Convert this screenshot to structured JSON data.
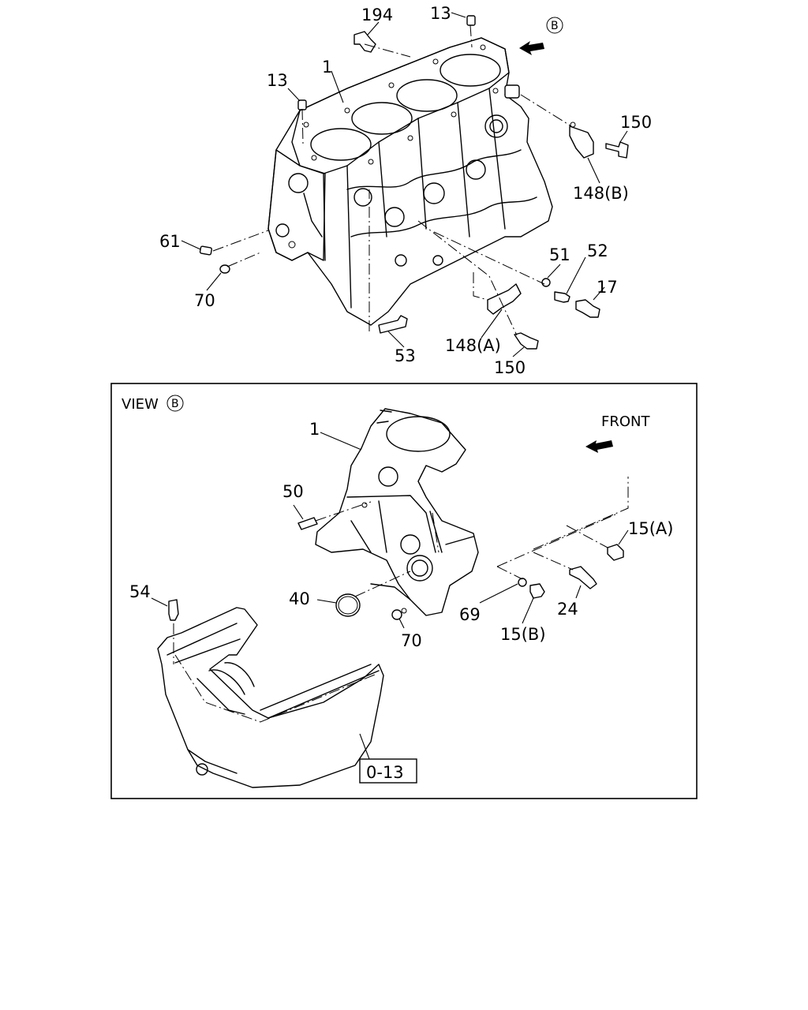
{
  "labels": {
    "p194": "194",
    "p13_top": "13",
    "p13_left": "13",
    "p1_top": "1",
    "p150_top": "150",
    "p148b": "148(B)",
    "p61": "61",
    "p70_top": "70",
    "p51": "51",
    "p52": "52",
    "p17": "17",
    "p53": "53",
    "p148a": "148(A)",
    "p150_bottom": "150",
    "p1_view": "1",
    "p50": "50",
    "p15a": "15(A)",
    "p40": "40",
    "p69": "69",
    "p24": "24",
    "p70_view": "70",
    "p15b": "15(B)",
    "p54": "54",
    "ref_box": "0-13"
  },
  "view_marker": {
    "prefix": "VIEW",
    "letter": "B"
  },
  "view_letter_top": "B",
  "front_label": "FRONT"
}
